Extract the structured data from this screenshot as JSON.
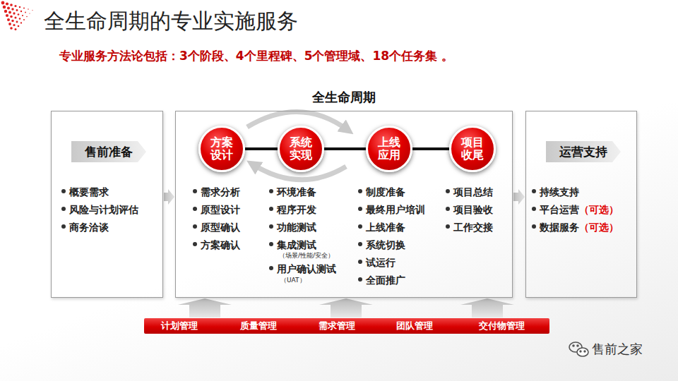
{
  "diagram": {
    "title": "全生命周期的专业实施服务",
    "nodes": [
      {
        "text": [
          "概要需求",
          "风险与计划评估",
          "商务洽谈"
        ]
      },
      {
        "text": [
          "售前准备"
        ],
        "in": 0
      },
      {
        "text": [
          "全生命周期",
          "需求分析",
          "原型设计",
          "原型确认",
          "方案确认",
          "环境准备",
          "程序开发",
          "功能测试",
          "集成测试",
          "（场景/性能/安全）",
          "用户确认测试",
          "（UAT）",
          "制度准备",
          "最终用户培训",
          "上线准备",
          "系统切换",
          "试运行",
          "全面推广",
          "项目总结",
          "项目验收",
          "工作交接"
        ]
      },
      {
        "text": [
          "方案设计"
        ],
        "in": 2
      },
      {
        "text": [
          "系统实现"
        ],
        "in": 2
      },
      {
        "text": [
          "上线应用"
        ],
        "in": 2
      },
      {
        "text": [
          "项目收尾"
        ],
        "in": 2
      },
      {
        "text": [
          "持续支持",
          "平台运营",
          "（可选）",
          "数据服务",
          "（可选）"
        ]
      },
      {
        "text": [
          "运营支持"
        ],
        "in": 7
      },
      {
        "text": [
          "计划管理",
          "质量管理",
          "需求管理",
          "团队管理",
          "交付物管理"
        ]
      }
    ],
    "edges": [
      {
        "from": 0,
        "to": 2,
        "arrow": "to"
      },
      {
        "from": 2,
        "to": 7,
        "arrow": "to"
      },
      {
        "from": 3,
        "to": 4,
        "arrow": "none"
      },
      {
        "from": 4,
        "to": 5,
        "arrow": "none"
      },
      {
        "from": 5,
        "to": 6,
        "arrow": "none"
      },
      {
        "from": 9,
        "to": 2,
        "arrow": "to"
      },
      {
        "from": 9,
        "to": 2,
        "arrow": "to"
      },
      {
        "from": 9,
        "to": 2,
        "arrow": "to"
      }
    ],
    "labels": [
      "专业服务方法论包括：3个阶段、4个里程碑、5个管理域、18个任务集 。",
      "售前之家"
    ]
  }
}
